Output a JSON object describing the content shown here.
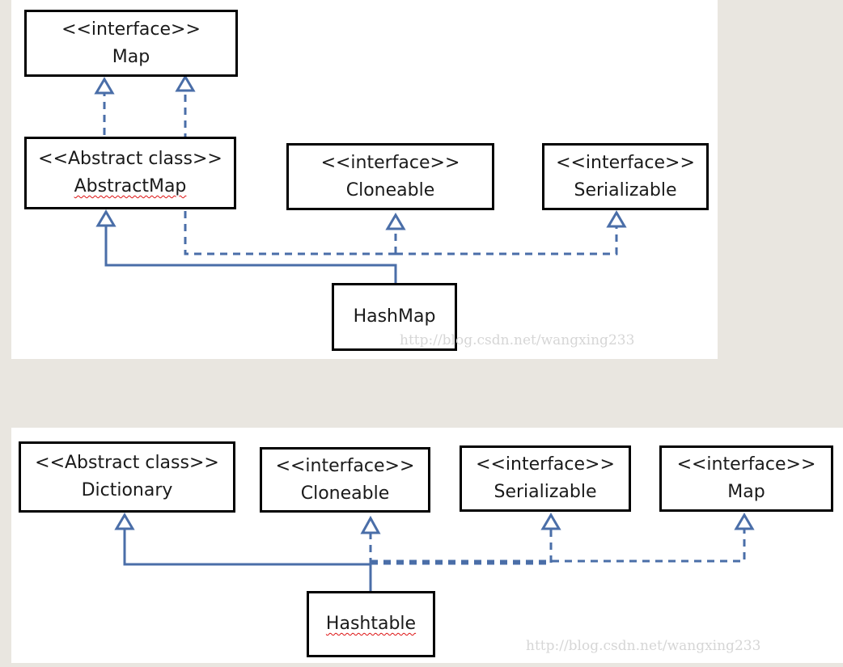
{
  "diagram_top": {
    "map": {
      "stereotype": "<<interface>>",
      "name": "Map"
    },
    "abstract_map": {
      "stereotype": "<<Abstract class>>",
      "name": "AbstractMap"
    },
    "cloneable": {
      "stereotype": "<<interface>>",
      "name": "Cloneable"
    },
    "serializable": {
      "stereotype": "<<interface>>",
      "name": "Serializable"
    },
    "hashmap": {
      "name": "HashMap"
    },
    "watermark": "http://blog.csdn.net/wangxing233"
  },
  "diagram_bottom": {
    "dictionary": {
      "stereotype": "<<Abstract class>>",
      "name": "Dictionary"
    },
    "cloneable": {
      "stereotype": "<<interface>>",
      "name": "Cloneable"
    },
    "serializable": {
      "stereotype": "<<interface>>",
      "name": "Serializable"
    },
    "map": {
      "stereotype": "<<interface>>",
      "name": "Map"
    },
    "hashtable": {
      "name": "Hashtable"
    },
    "watermark": "http://blog.csdn.net/wangxing233"
  },
  "colors": {
    "line": "#4a6ea8",
    "box_border": "#000000",
    "panel": "#ffffff",
    "background": "#e9e6e0"
  }
}
